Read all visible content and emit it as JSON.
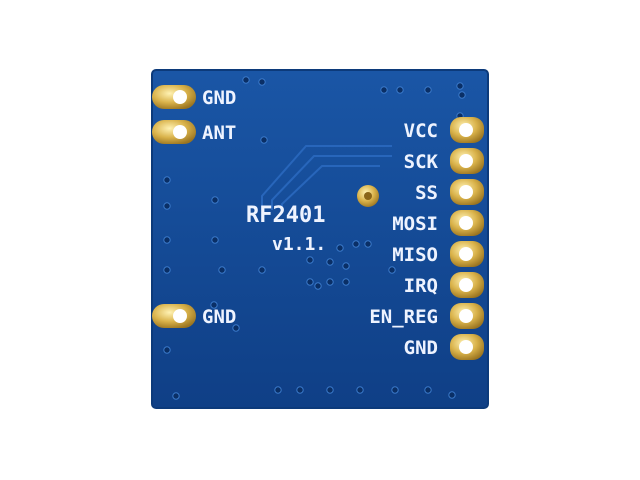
{
  "board": {
    "model": "RF2401",
    "version": "v1.1.",
    "colors": {
      "background": "#ffffff",
      "pcb": "#124a96",
      "pcb_edge": "#0c3a7a",
      "trace": "#1d5bb0",
      "gold": "#d9b24a",
      "silkscreen": "#eef3ff"
    }
  },
  "left_pads": [
    {
      "label": "GND"
    },
    {
      "label": "ANT"
    },
    {
      "label": "GND"
    }
  ],
  "right_pins": [
    {
      "label": "VCC"
    },
    {
      "label": "SCK"
    },
    {
      "label": "SS"
    },
    {
      "label": "MOSI"
    },
    {
      "label": "MISO"
    },
    {
      "label": "IRQ"
    },
    {
      "label": "EN_REG"
    },
    {
      "label": "GND"
    }
  ]
}
